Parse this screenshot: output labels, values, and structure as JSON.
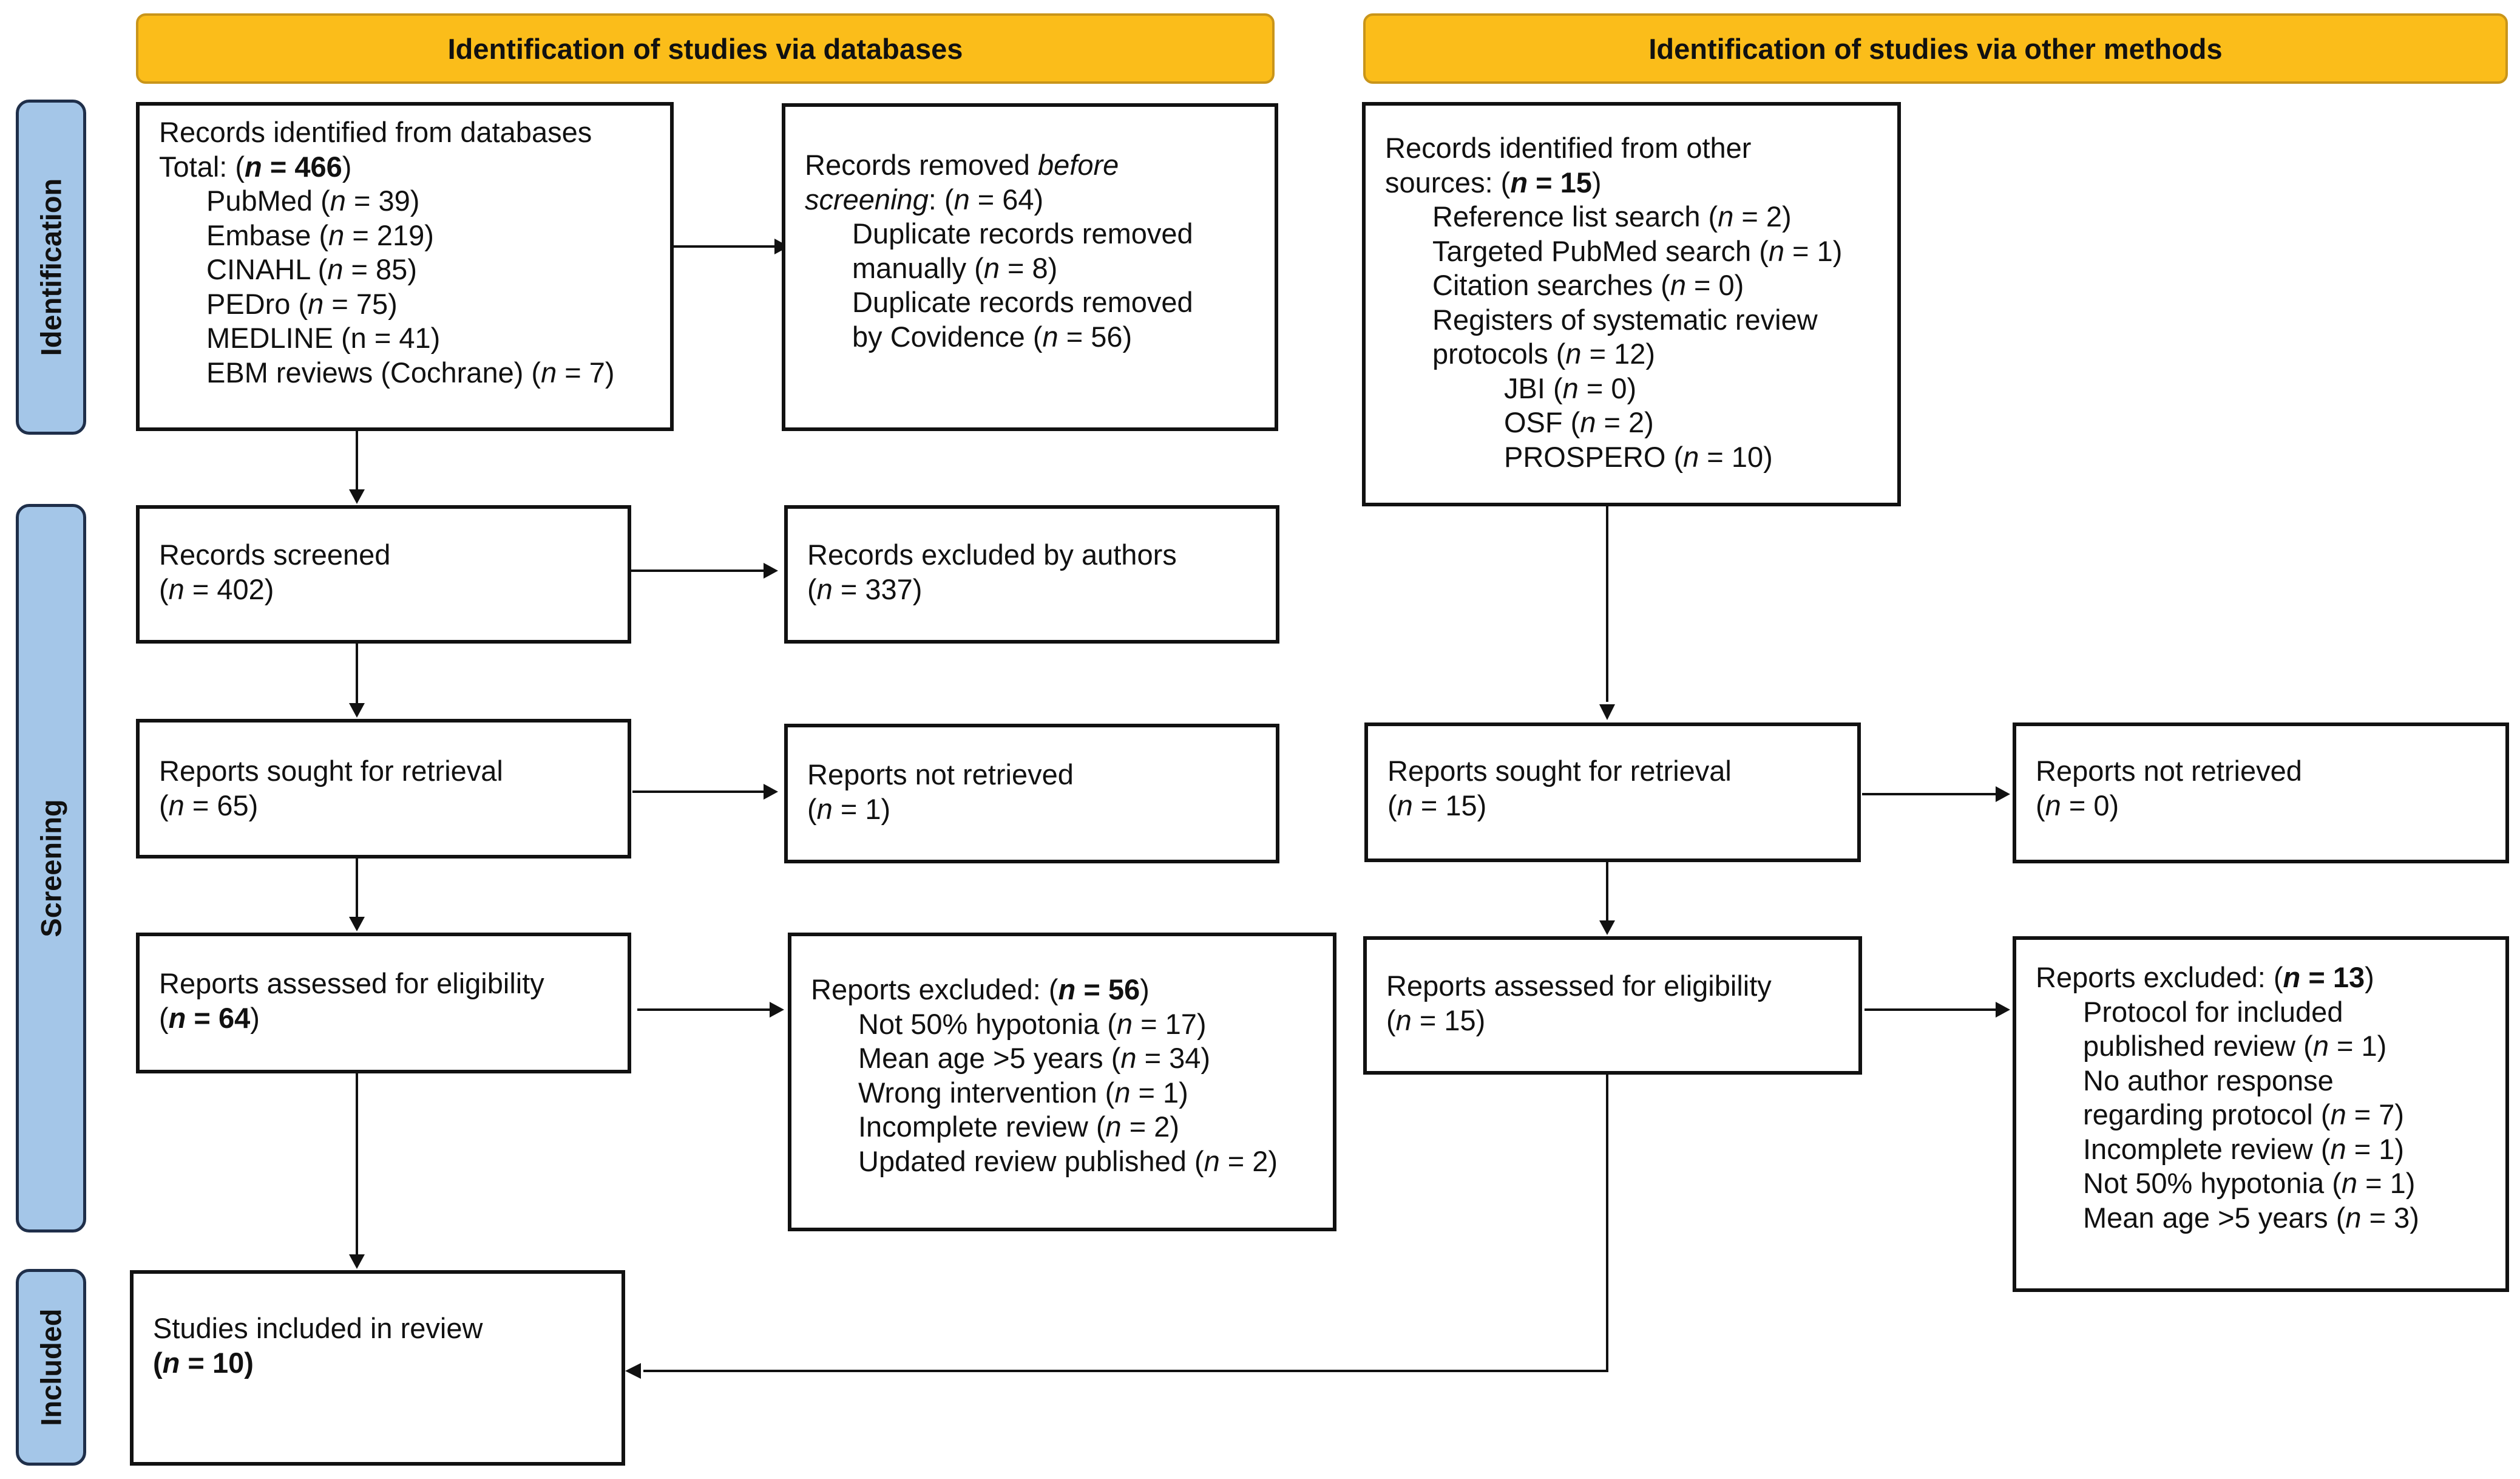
{
  "headers": {
    "databases": "Identification of studies via databases",
    "other": "Identification of studies via other methods"
  },
  "phases": {
    "identification": "Identification",
    "screening": "Screening",
    "included": "Included"
  },
  "boxes": {
    "db_identified": {
      "title": "Records identified from databases",
      "total_prefix": "Total: (",
      "total_n": "n",
      "total_val": " = 466",
      "total_suffix": ")",
      "sources": [
        {
          "name": "PubMed (",
          "n": "n",
          "val": " = 39)"
        },
        {
          "name": "Embase (",
          "n": "n",
          "val": " = 219)"
        },
        {
          "name": "CINAHL (",
          "n": "n",
          "val": " = 85)"
        },
        {
          "name": "PEDro (",
          "n": "n",
          "val": " = 75)"
        },
        {
          "name": "MEDLINE (n = 41)"
        },
        {
          "name": "EBM reviews (Cochrane) (",
          "n": "n",
          "val": " = 7)"
        }
      ]
    },
    "db_removed": {
      "title_a": "Records removed ",
      "title_b": "before",
      "title_c": "screening",
      "title_d": ": (",
      "title_n": "n",
      "title_e": " = 64)",
      "item1_a": "Duplicate records removed",
      "item1_b": "manually (",
      "item1_n": "n",
      "item1_c": " = 8)",
      "item2_a": "Duplicate records removed",
      "item2_b": "by Covidence (",
      "item2_n": "n",
      "item2_c": " = 56)"
    },
    "db_screened": {
      "title": "Records screened",
      "open": "(",
      "n": "n",
      "val": " = 402)"
    },
    "db_excluded": {
      "title": "Records excluded by authors",
      "open": "(",
      "n": "n",
      "val": " = 337)"
    },
    "db_sought": {
      "title": "Reports sought for retrieval",
      "open": "(",
      "n": "n",
      "val": " = 65)"
    },
    "db_not_retrieved": {
      "title": "Reports not retrieved",
      "open": "(",
      "n": "n",
      "val": " = 1)"
    },
    "db_assessed": {
      "title": "Reports assessed for eligibility",
      "open": "(",
      "n": "n",
      "val": " = 64",
      "close": ")"
    },
    "db_reports_excluded": {
      "title": "Reports excluded: (",
      "n": "n",
      "val": " = 56",
      "close": ")",
      "reasons": [
        {
          "name": "Not 50% hypotonia (",
          "n": "n",
          "val": " = 17)"
        },
        {
          "name": "Mean age >5 years (",
          "n": "n",
          "val": " = 34)"
        },
        {
          "name": "Wrong intervention (",
          "n": "n",
          "val": " = 1)"
        },
        {
          "name": "Incomplete review (",
          "n": "n",
          "val": " = 2)"
        },
        {
          "name": "Updated review published (",
          "n": "n",
          "val": " = 2)"
        }
      ]
    },
    "included": {
      "title": "Studies included in review",
      "open": "(",
      "n": "n",
      "val": " = 10",
      "close": ")"
    },
    "other_identified": {
      "title1": "Records identified from other",
      "title2": "sources: (",
      "title_n": "n",
      "title_val": " = 15",
      "title_close": ")",
      "sources": [
        {
          "name": "Reference list search (",
          "n": "n",
          "val": " = 2)"
        },
        {
          "name": "Targeted PubMed search (",
          "n": "n",
          "val": " = 1)"
        },
        {
          "name": "Citation searches (",
          "n": "n",
          "val": " = 0)"
        }
      ],
      "registers1": "Registers of systematic review",
      "registers2": "protocols (",
      "registers_n": "n",
      "registers_val": " = 12)",
      "registers": [
        {
          "name": "JBI (",
          "n": "n",
          "val": " = 0)"
        },
        {
          "name": "OSF (",
          "n": "n",
          "val": " = 2)"
        },
        {
          "name": "PROSPERO (",
          "n": "n",
          "val": " = 10)"
        }
      ]
    },
    "other_sought": {
      "title": "Reports sought for retrieval",
      "open": "(",
      "n": "n",
      "val": " = 15)"
    },
    "other_not_retrieved": {
      "title": "Reports not retrieved",
      "open": "(",
      "n": "n",
      "val": " = 0)"
    },
    "other_assessed": {
      "title": "Reports assessed for eligibility",
      "open": "(",
      "n": "n",
      "val": " = 15)"
    },
    "other_excluded": {
      "title": "Reports excluded: (",
      "n": "n",
      "val": " = 13",
      "close": ")",
      "r1a": "Protocol for included",
      "r1b": "published review (",
      "r1n": "n",
      "r1v": " = 1)",
      "r2a": "No author response",
      "r2b": "regarding protocol (",
      "r2n": "n",
      "r2v": " = 7)",
      "r3": {
        "name": "Incomplete review (",
        "n": "n",
        "val": " = 1)"
      },
      "r4": {
        "name": "Not 50% hypotonia (",
        "n": "n",
        "val": " = 1)"
      },
      "r5": {
        "name": "Mean age >5 years (",
        "n": "n",
        "val": " = 3)"
      }
    }
  }
}
